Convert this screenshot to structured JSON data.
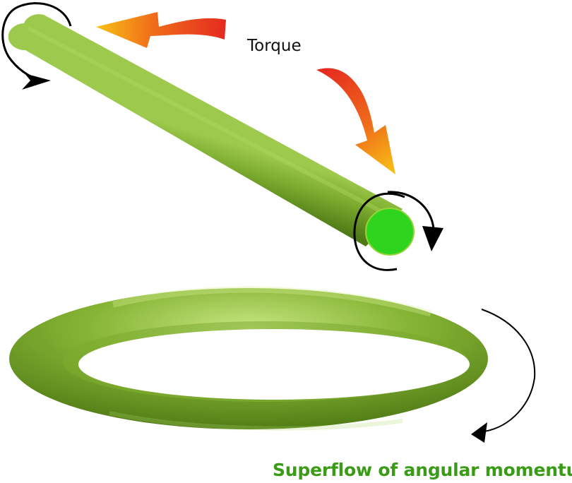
{
  "labels": {
    "torque": "Torque",
    "superflow": "Superflow of angular momentum"
  },
  "colors": {
    "rod_light": "#9dc94c",
    "rod_mid": "#79a92d",
    "rod_dark": "#4f7a17",
    "rod_end_cap": "#2fd41f",
    "ring_light": "#c6e57f",
    "ring_mid": "#86b535",
    "ring_dark": "#4d7813",
    "torque_arrow_start": "#e52a20",
    "torque_arrow_end": "#f7c315",
    "rotation_arrow": "#000000",
    "superflow_text": "#3a9b17"
  },
  "icons": {
    "torque_arrows": "curved-gradient-arrow",
    "rotation_arrows": "circular-rotation-arrow",
    "flow_arrow": "curved-flow-arrow"
  }
}
